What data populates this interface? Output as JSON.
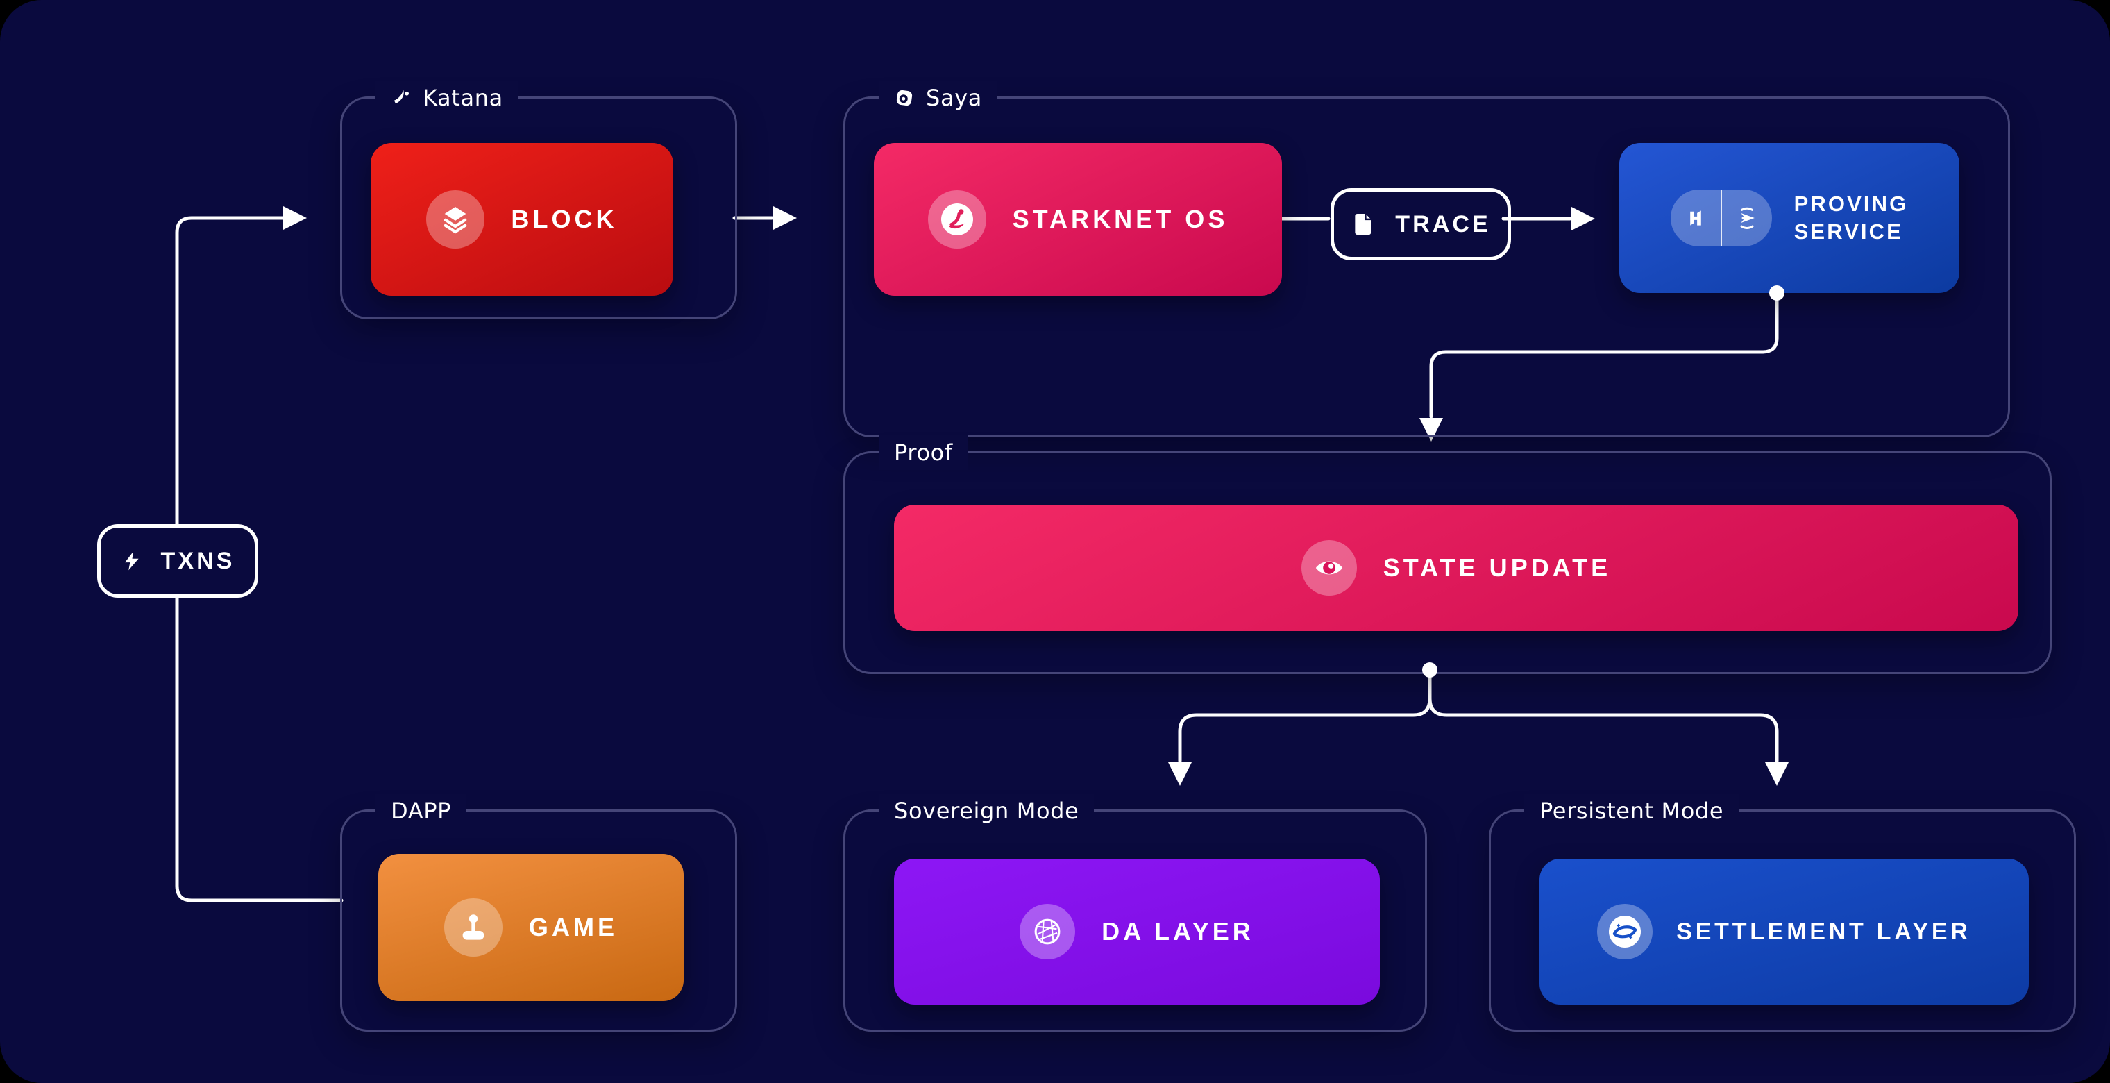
{
  "colors": {
    "page_background": "#000000",
    "canvas_background": "#0a0a3e",
    "group_border": "#454578",
    "wire": "#ffffff",
    "block_red_gradient": [
      "#ef2019",
      "#b90c10"
    ],
    "pink_gradient": [
      "#f42a66",
      "#c9094e"
    ],
    "proving_blue_gradient": [
      "#2456d4",
      "#0c3aa0"
    ],
    "da_purple_gradient": [
      "#8d17f5",
      "#7a0add"
    ],
    "settlement_blue_gradient": [
      "#1a50cc",
      "#0d3ba5"
    ],
    "game_orange_gradient": [
      "#f29040",
      "#c86812"
    ]
  },
  "groups": {
    "katana": {
      "label": "Katana",
      "icon": "katana-icon"
    },
    "saya": {
      "label": "Saya",
      "icon": "saya-icon"
    },
    "proof": {
      "label": "Proof"
    },
    "dapp": {
      "label": "DAPP"
    },
    "sovereign": {
      "label": "Sovereign Mode"
    },
    "persistent": {
      "label": "Persistent Mode"
    }
  },
  "nodes": {
    "txns": {
      "label": "TXNS",
      "icon": "bolt-icon"
    },
    "block": {
      "label": "BLOCK",
      "icon": "layers-icon"
    },
    "starknet_os": {
      "label": "STARKNET OS",
      "icon": "starknet-icon"
    },
    "trace": {
      "label": "TRACE",
      "icon": "document-icon"
    },
    "proving_service": {
      "label": "PROVING\nSERVICE",
      "icons": [
        "herodotus-h-icon",
        "prover-ring-icon"
      ]
    },
    "state_update": {
      "label": "STATE UPDATE",
      "icon": "eye-icon"
    },
    "da_layer": {
      "label": "DA LAYER",
      "icon": "globe-wireframe-icon"
    },
    "settlement_layer": {
      "label": "SETTLEMENT LAYER",
      "icon": "swirl-icon"
    },
    "game": {
      "label": "GAME",
      "icon": "joystick-icon"
    }
  },
  "connections": [
    "txns -> block",
    "block -> starknet_os",
    "starknet_os -> trace",
    "trace -> proving_service",
    "proving_service -> state_update",
    "state_update -> da_layer",
    "state_update -> settlement_layer",
    "txns -> game"
  ]
}
